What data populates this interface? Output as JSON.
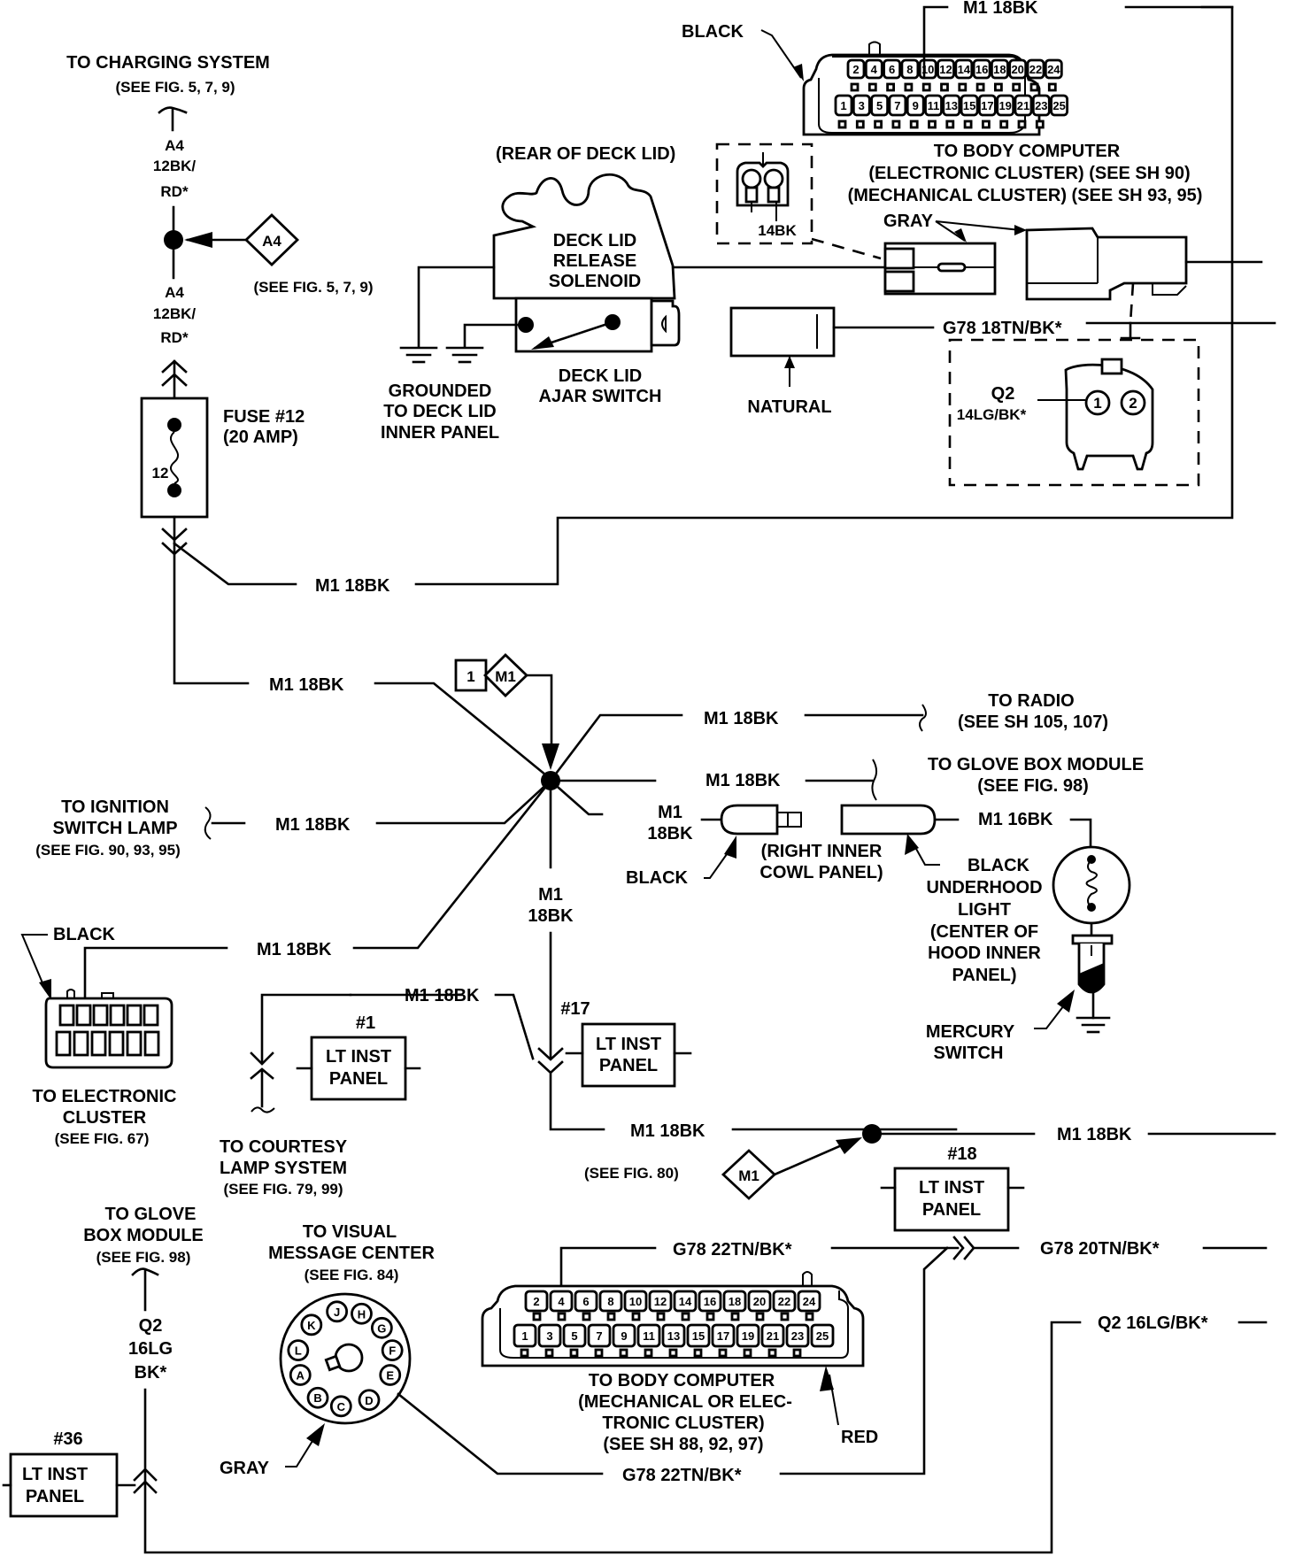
{
  "diagram": {
    "charging": {
      "line1": "TO CHARGING SYSTEM",
      "line2": "(SEE FIG. 5, 7, 9)"
    },
    "a4_wire_top": [
      "A4",
      "12BK/",
      "RD*"
    ],
    "a4_wire_bottom": [
      "A4",
      "12BK/",
      "RD*"
    ],
    "a4_splice_ref": {
      "label": "A4",
      "note": "(SEE FIG. 5, 7, 9)"
    },
    "fuse": {
      "line1": "FUSE #12",
      "line2": "(20 AMP)",
      "number": "12"
    },
    "body_computer_top": {
      "color_label": "BLACK",
      "wire": "M1 18BK",
      "top_pins": [
        "2",
        "4",
        "6",
        "8",
        "10",
        "12",
        "14",
        "16",
        "18",
        "20",
        "22",
        "24"
      ],
      "bottom_pins": [
        "1",
        "3",
        "5",
        "7",
        "9",
        "11",
        "13",
        "15",
        "17",
        "19",
        "21",
        "23",
        "25"
      ],
      "caption": [
        "TO BODY COMPUTER",
        "(ELECTRONIC CLUSTER) (SEE SH 90)",
        "(MECHANICAL CLUSTER) (SEE SH 93, 95)"
      ]
    },
    "deck_lid": {
      "rear_label": "(REAR OF DECK LID)",
      "solenoid": [
        "DECK LID",
        "RELEASE",
        "SOLENOID"
      ],
      "ajar_switch": [
        "DECK LID",
        "AJAR SWITCH"
      ],
      "grounded": [
        "GROUNDED",
        "TO DECK LID",
        "INNER PANEL"
      ],
      "connector_wire": "14BK"
    },
    "gray_label": "GRAY",
    "natural_label": "NATURAL",
    "g78_top": "G78 18TN/BK*",
    "q2_connector": {
      "line1": "Q2",
      "line2": "14LG/BK*",
      "pins": [
        "1",
        "2"
      ]
    },
    "m1_wires": {
      "fuse_out": "M1 18BK",
      "hub_in": "M1 18BK",
      "to_radio": "M1 18BK",
      "to_glove": "M1 18BK",
      "to_cowl": [
        "M1",
        "18BK"
      ],
      "to_ignition": "M1 18BK",
      "to_cluster": "M1 18BK",
      "hub_down": [
        "M1",
        "18BK"
      ],
      "to_courtesy": "M1 18BK",
      "lower": "M1 18BK",
      "lower_right": "M1 18BK",
      "underhood": "M1 16BK"
    },
    "splice_m1": {
      "num": "1",
      "label": "M1"
    },
    "radio": {
      "line1": "TO RADIO",
      "line2": "(SEE SH 105, 107)"
    },
    "glove_box_top": {
      "line1": "TO GLOVE BOX MODULE",
      "line2": "(SEE FIG. 98)"
    },
    "cowl": {
      "color_left": "BLACK",
      "location": [
        "(RIGHT INNER",
        "COWL PANEL)"
      ]
    },
    "underhood": {
      "lines": [
        "BLACK",
        "UNDERHOOD",
        "LIGHT",
        "(CENTER  OF",
        "HOOD INNER",
        "PANEL)"
      ]
    },
    "mercury": [
      "MERCURY",
      "SWITCH"
    ],
    "ignition": {
      "lines": [
        "TO IGNITION",
        "SWITCH LAMP",
        "(SEE FIG. 90, 93, 95)"
      ]
    },
    "electronic_cluster": {
      "color_label": "BLACK",
      "lines": [
        "TO ELECTRONIC",
        "CLUSTER",
        "(SEE FIG. 67)"
      ]
    },
    "lamps": [
      {
        "num": "#1",
        "line1": "LT INST",
        "line2": "PANEL"
      },
      {
        "num": "#17",
        "line1": "LT INST",
        "line2": "PANEL"
      },
      {
        "num": "#18",
        "line1": "LT INST",
        "line2": "PANEL"
      },
      {
        "num": "#36",
        "line1": "LT INST",
        "line2": "PANEL"
      }
    ],
    "courtesy": {
      "lines": [
        "TO COURTESY",
        "LAMP SYSTEM",
        "(SEE FIG. 79, 99)"
      ]
    },
    "see_fig_80": "(SEE FIG. 80)",
    "m1_diamond": "M1",
    "glove_box_bottom": {
      "lines": [
        "TO GLOVE",
        "BOX MODULE",
        "(SEE FIG. 98)"
      ],
      "wire": [
        "Q2",
        "16LG",
        "BK*"
      ]
    },
    "vmc": {
      "lines": [
        "TO VISUAL",
        "MESSAGE CENTER",
        "(SEE FIG. 84)"
      ],
      "pins": [
        "J",
        "H",
        "G",
        "F",
        "E",
        "D",
        "C",
        "B",
        "A",
        "L",
        "K"
      ],
      "color_label": "GRAY"
    },
    "g78_wires": {
      "upper": "G78 22TN/BK*",
      "right": "G78 20TN/BK*",
      "lower": "G78 22TN/BK*"
    },
    "q2_right": "Q2 16LG/BK*",
    "body_computer_bottom": {
      "caption": [
        "TO BODY COMPUTER",
        "(MECHANICAL OR ELEC-",
        "TRONIC CLUSTER)",
        "(SEE SH 88, 92, 97)"
      ],
      "color_label": "RED"
    }
  }
}
